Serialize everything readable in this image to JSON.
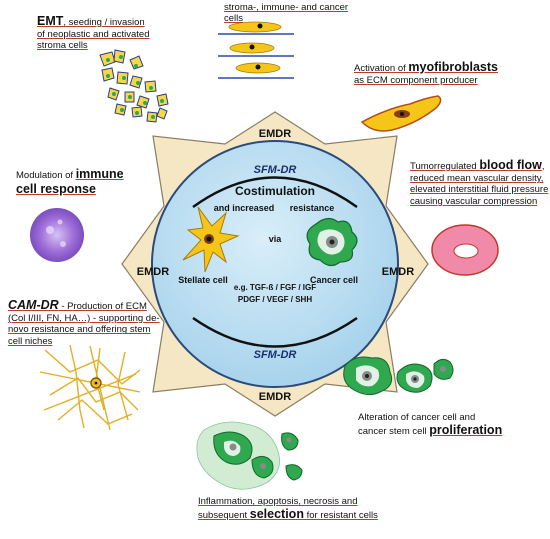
{
  "center": {
    "costimulation": "Costimulation",
    "and_increased": "and increased",
    "resistance": "resistance",
    "via": "via",
    "stellate_cell": "Stellate cell",
    "cancer_cell": "Cancer cell",
    "eg_line1": "e.g. TGF-ß / FGF / IGF",
    "eg_line2": "PDGF / VEGF / SHH",
    "sfm_top": "SFM-DR",
    "sfm_bottom": "SFM-DR"
  },
  "star": {
    "emdr_top": "EMDR",
    "emdr_left": "EMDR",
    "emdr_right": "EMDR",
    "emdr_bottom": "EMDR"
  },
  "labels": {
    "emt_a": "EMT",
    "emt_b": ", seeding / invasion",
    "emt_c": "of neoplastic and activated",
    "emt_d": "stroma cells",
    "stroma_a": "stroma-, immune- and cancer",
    "stroma_b": "cells",
    "myo_a": "Activation of ",
    "myo_b": "myofibroblasts",
    "myo_c": "as ECM component producer",
    "immune_a": "Modulation of ",
    "immune_b": "immune",
    "immune_c": "cell response",
    "tumor_a": "Tumorregulated ",
    "tumor_b": "blood flow",
    "tumor_c": ",",
    "tumor_d": "reduced mean vascular density,",
    "tumor_e": "elevated interstitial fluid pressure",
    "tumor_f": "causing vascular compression",
    "cam_a": "CAM-DR",
    "cam_b": " - Production of ECM",
    "cam_c": "(Col I/III, FN, HA…) - supporting de-",
    "cam_d": "novo resistance and offering stem",
    "cam_e": "cell niches",
    "prolif_a": "Alteration of cancer cell and",
    "prolif_b": "cancer stem cell ",
    "prolif_c": "proliferation",
    "infl_a": "Inflammation, apoptosis, necrosis and",
    "infl_b": "subsequent ",
    "infl_c": "selection",
    "infl_d": " for resistant cells"
  },
  "colors": {
    "star_fill": "#f5e7c4",
    "star_stroke": "#8a7d62",
    "circle_fill": "#b9dcf0",
    "circle_stroke": "#2b4a7a",
    "text_link": "#c0392b",
    "stellate_yellow": "#f5c518",
    "cancer_green": "#2fa84f",
    "immune_purple": "#a070d8",
    "blood_pink": "#f08aa8"
  }
}
